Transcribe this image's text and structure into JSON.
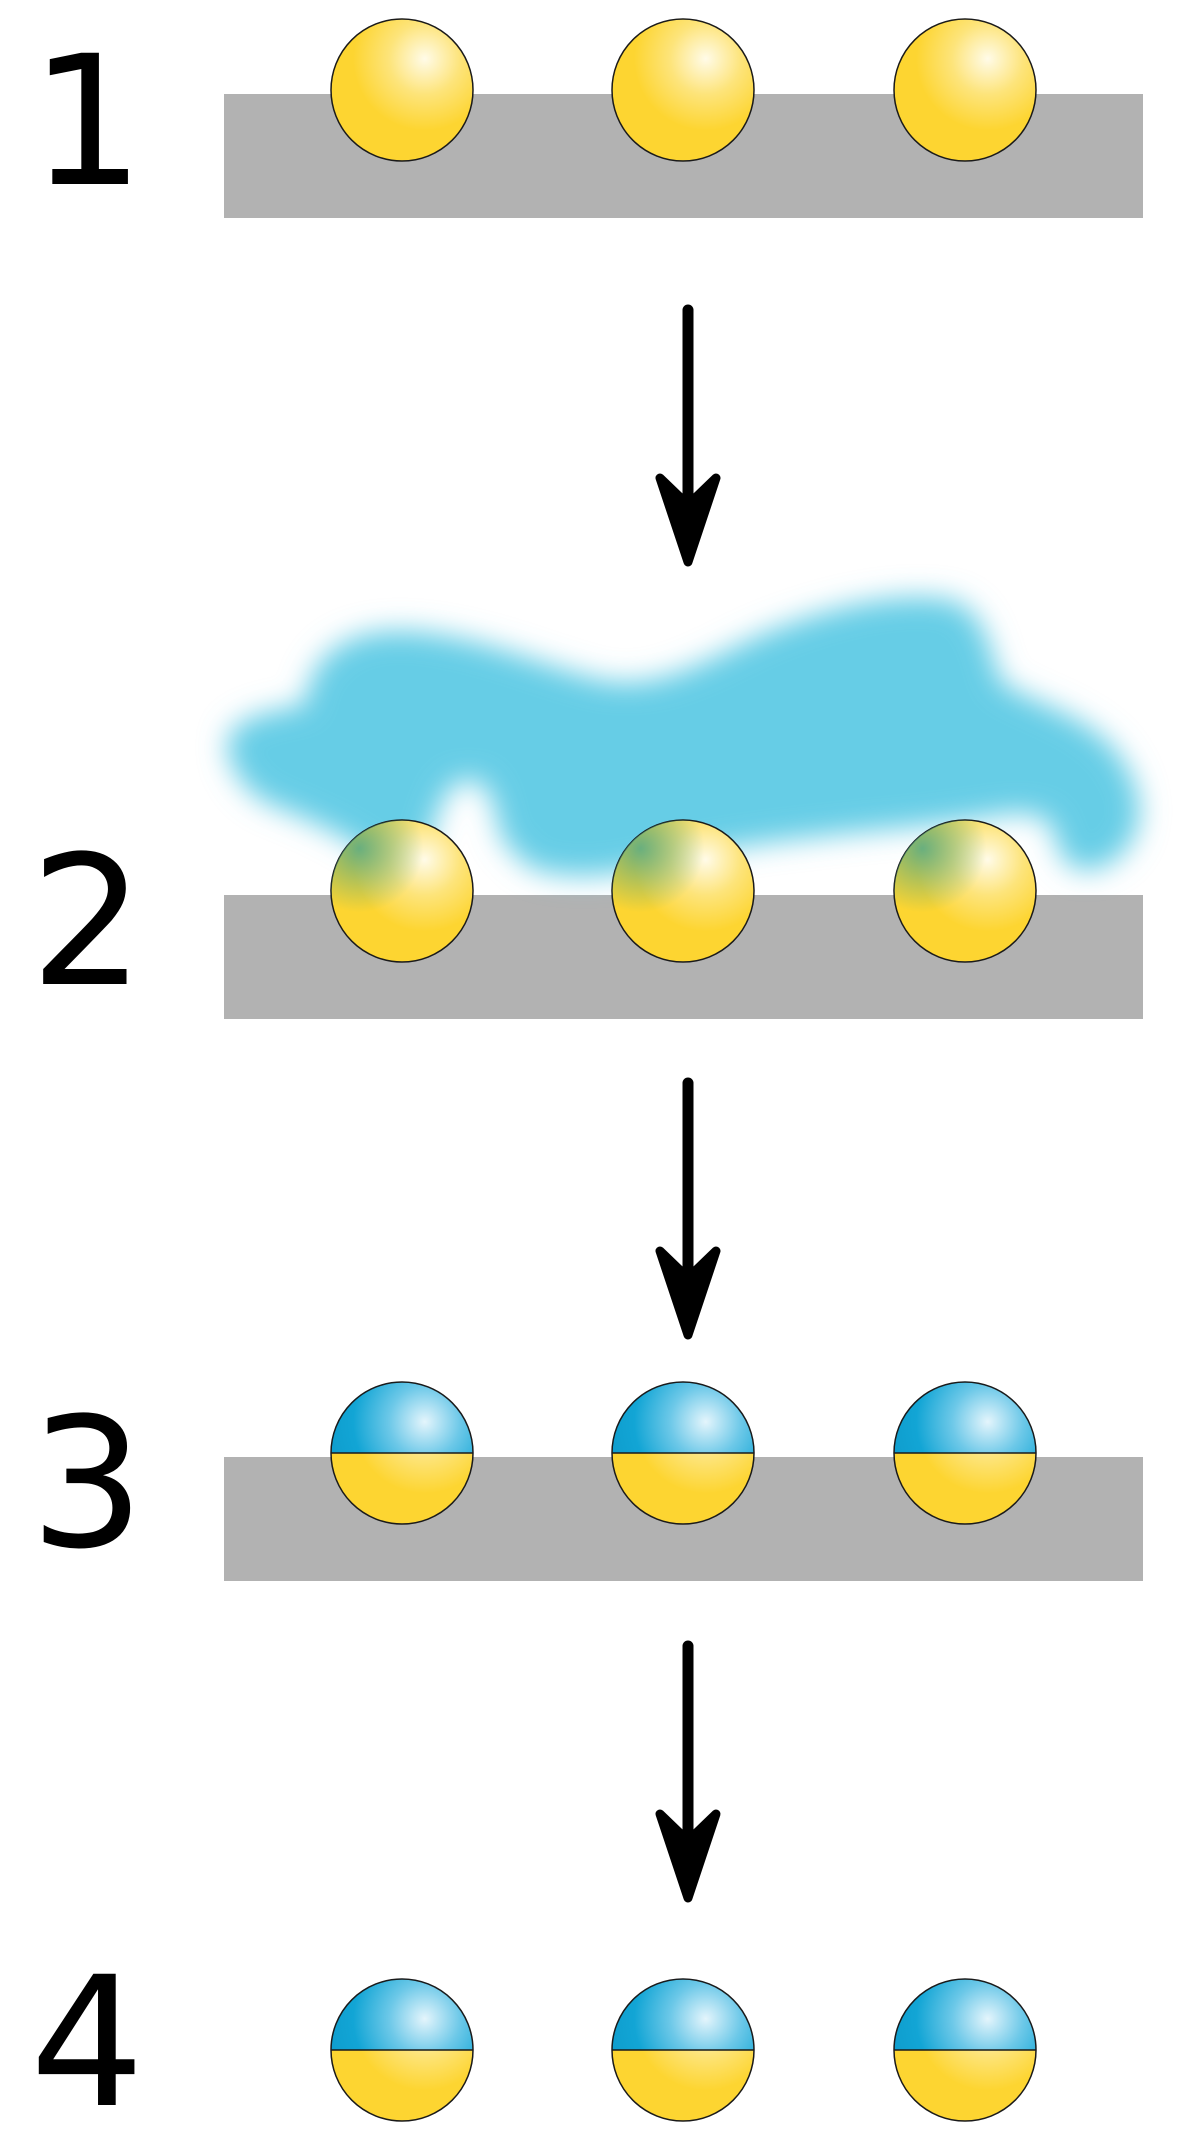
{
  "colors": {
    "background": "#ffffff",
    "substrate": "#b2b2b2",
    "gold": "#fdd531",
    "gold_highlight": "#fffbe8",
    "blue": "#12a5d5",
    "blue_highlight": "#e4f5fc",
    "cloud": "#66cde6",
    "outline": "#1a1a1a",
    "arrow": "#000000"
  },
  "steps": [
    {
      "number": "1",
      "substrate": true,
      "cloud": false,
      "particles": "gold",
      "count": 3
    },
    {
      "number": "2",
      "substrate": true,
      "cloud": true,
      "particles": "gold-tinted",
      "count": 3
    },
    {
      "number": "3",
      "substrate": true,
      "cloud": false,
      "particles": "janus",
      "count": 3
    },
    {
      "number": "4",
      "substrate": false,
      "cloud": false,
      "particles": "janus",
      "count": 3
    }
  ],
  "arrows": [
    {
      "from": "1",
      "to": "2",
      "direction": "down"
    },
    {
      "from": "2",
      "to": "3",
      "direction": "down"
    },
    {
      "from": "3",
      "to": "4",
      "direction": "down"
    }
  ]
}
